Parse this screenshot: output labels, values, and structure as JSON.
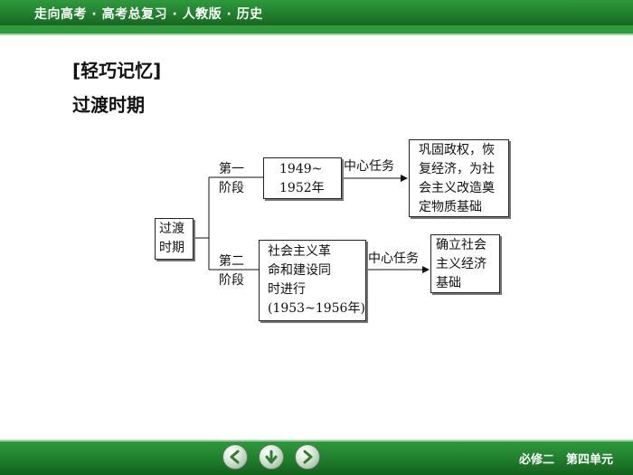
{
  "header": {
    "title": "走向高考 · 高考总复习 · 人教版 · 历史"
  },
  "content": {
    "heading": "[轻巧记忆]",
    "subheading": "过渡时期"
  },
  "diagram": {
    "root": [
      "过渡",
      "时期"
    ],
    "stage1": {
      "label": [
        "第一",
        "阶段"
      ],
      "period": [
        "1949~",
        "1952年"
      ],
      "arrow_label": "中心任务",
      "task": [
        "巩固政权，恢",
        "复经济，为社",
        "会主义改造奠",
        "定物质基础"
      ]
    },
    "stage2": {
      "label": [
        "第二",
        "阶段"
      ],
      "period": [
        "社会主义革",
        "命和建设同",
        "时进行",
        "(1953~1956年)"
      ],
      "arrow_label": "中心任务",
      "task": [
        "确立社会",
        "主义经济",
        "基础"
      ]
    }
  },
  "footer": {
    "text": "必修二　第四单元",
    "nav": [
      "previous-icon",
      "down-icon",
      "next-icon"
    ]
  }
}
